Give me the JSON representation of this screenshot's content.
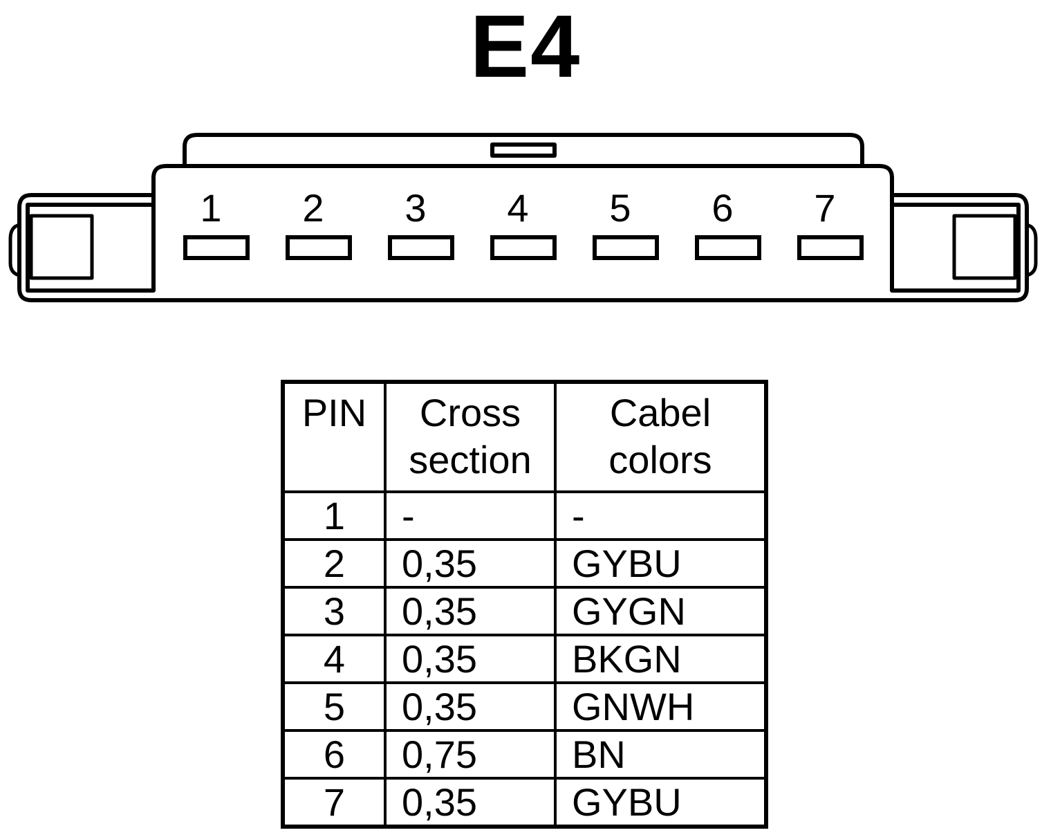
{
  "connector": {
    "title": "E4",
    "pin_labels": [
      "1",
      "2",
      "3",
      "4",
      "5",
      "6",
      "7"
    ]
  },
  "table": {
    "headers": [
      "PIN",
      "Cross section",
      "Cabel colors"
    ],
    "rows": [
      {
        "pin": "1",
        "cross_section": "-",
        "color": "-"
      },
      {
        "pin": "2",
        "cross_section": "0,35",
        "color": "GYBU"
      },
      {
        "pin": "3",
        "cross_section": "0,35",
        "color": "GYGN"
      },
      {
        "pin": "4",
        "cross_section": "0,35",
        "color": "BKGN"
      },
      {
        "pin": "5",
        "cross_section": "0,35",
        "color": "GNWH"
      },
      {
        "pin": "6",
        "cross_section": "0,75",
        "color": "BN"
      },
      {
        "pin": "7",
        "cross_section": "0,35",
        "color": "GYBU"
      }
    ]
  }
}
